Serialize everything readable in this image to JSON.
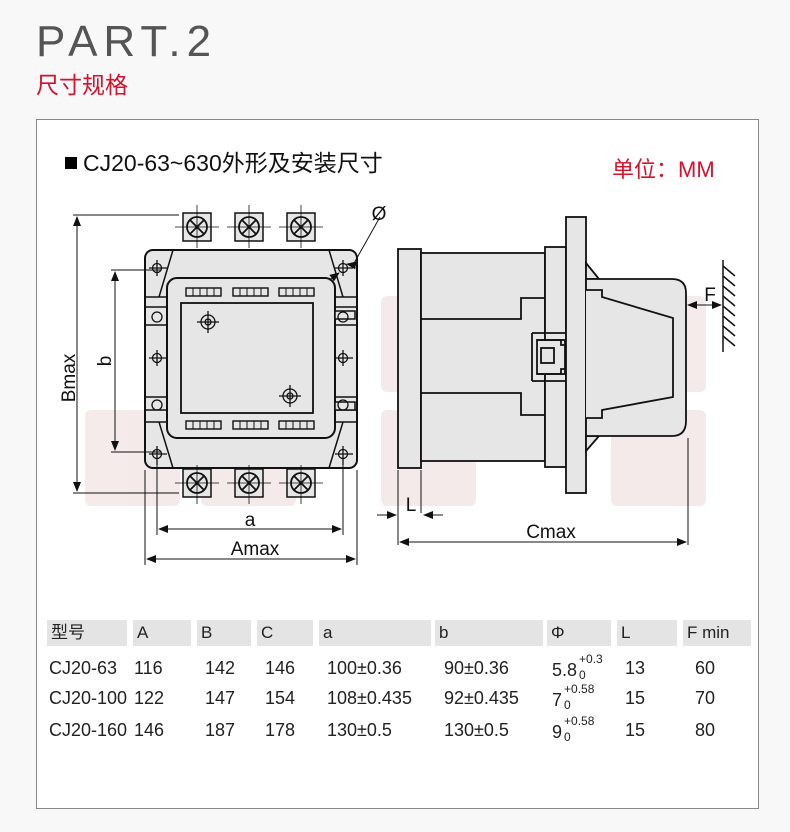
{
  "header": {
    "part": "PART.2",
    "subtitle": "尺寸规格"
  },
  "spec": {
    "heading": "CJ20-63~630外形及安装尺寸",
    "unit": "单位：MM"
  },
  "drawing": {
    "labels": {
      "bmax": "Bmax",
      "b": "b",
      "a": "a",
      "amax": "Amax",
      "phi": "Ø",
      "l": "L",
      "cmax": "Cmax",
      "f": "F"
    }
  },
  "table": {
    "headers": [
      "型号",
      "A",
      "B",
      "C",
      "a",
      "b",
      "Φ",
      "L",
      "F min"
    ],
    "rows": [
      {
        "model": "CJ20-63",
        "A": "116",
        "B": "142",
        "C": "146",
        "a": "100±0.36",
        "b": "90±0.36",
        "phi_base": "5.8",
        "phi_upper": "+0.3",
        "phi_lower": "0",
        "L": "13",
        "F": "60"
      },
      {
        "model": "CJ20-100",
        "A": "122",
        "B": "147",
        "C": "154",
        "a": "108±0.435",
        "b": "92±0.435",
        "phi_base": "7",
        "phi_upper": "+0.58",
        "phi_lower": "0",
        "L": "15",
        "F": "70"
      },
      {
        "model": "CJ20-160",
        "A": "146",
        "B": "187",
        "C": "178",
        "a": "130±0.5",
        "b": "130±0.5",
        "phi_base": "9",
        "phi_upper": "+0.58",
        "phi_lower": "0",
        "L": "15",
        "F": "80"
      }
    ]
  },
  "colors": {
    "accent": "#d8102a",
    "part_gray": "#555555",
    "body_fill": "#e6e6e6",
    "header_fill": "#e4e4e4"
  }
}
